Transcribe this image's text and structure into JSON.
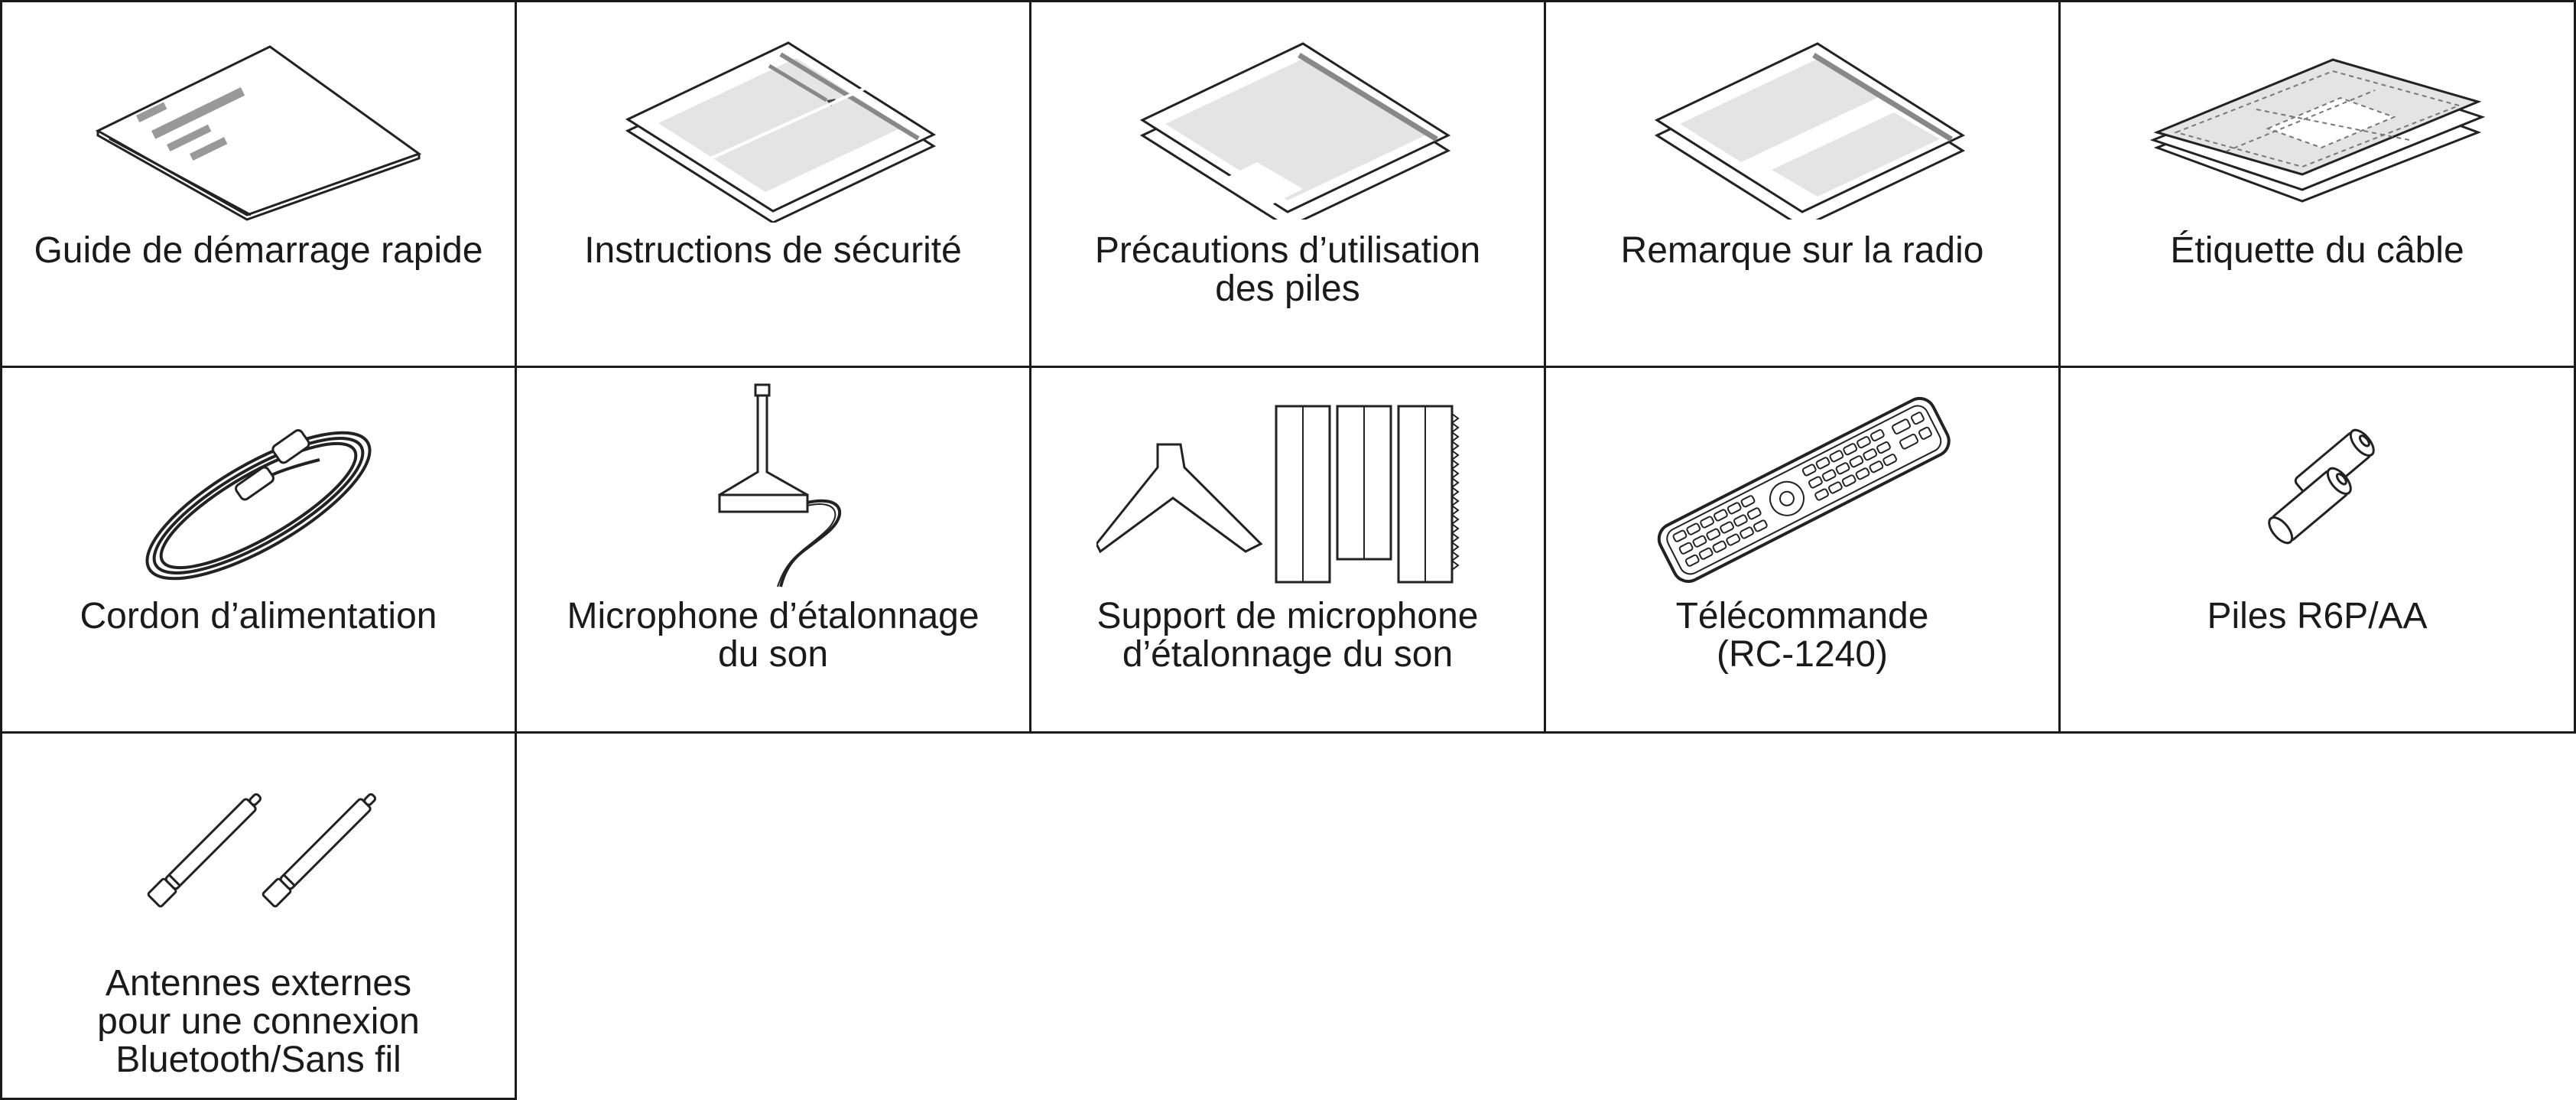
{
  "items": [
    {
      "icon": "quick-start-guide-icon",
      "lines": [
        "Guide de démarrage rapide"
      ]
    },
    {
      "icon": "safety-instructions-icon",
      "lines": [
        "Instructions de sécurité"
      ]
    },
    {
      "icon": "battery-precautions-icon",
      "lines": [
        "Précautions d’utilisation",
        "des piles"
      ]
    },
    {
      "icon": "radio-notice-icon",
      "lines": [
        "Remarque sur la radio"
      ]
    },
    {
      "icon": "cable-label-icon",
      "lines": [
        "Étiquette du câble"
      ]
    },
    {
      "icon": "power-cord-icon",
      "lines": [
        "Cordon d’alimentation"
      ]
    },
    {
      "icon": "calibration-microphone-icon",
      "lines": [
        "Microphone d’étalonnage",
        "du son"
      ]
    },
    {
      "icon": "microphone-stand-icon",
      "lines": [
        "Support de microphone",
        "d’étalonnage du son"
      ]
    },
    {
      "icon": "remote-control-icon",
      "lines": [
        "Télécommande",
        "(RC-1240)"
      ]
    },
    {
      "icon": "batteries-icon",
      "lines": [
        "Piles R6P/AA"
      ]
    },
    {
      "icon": "external-antennas-icon",
      "lines": [
        "Antennes externes",
        "pour une connexion",
        "Bluetooth/Sans fil"
      ]
    }
  ]
}
